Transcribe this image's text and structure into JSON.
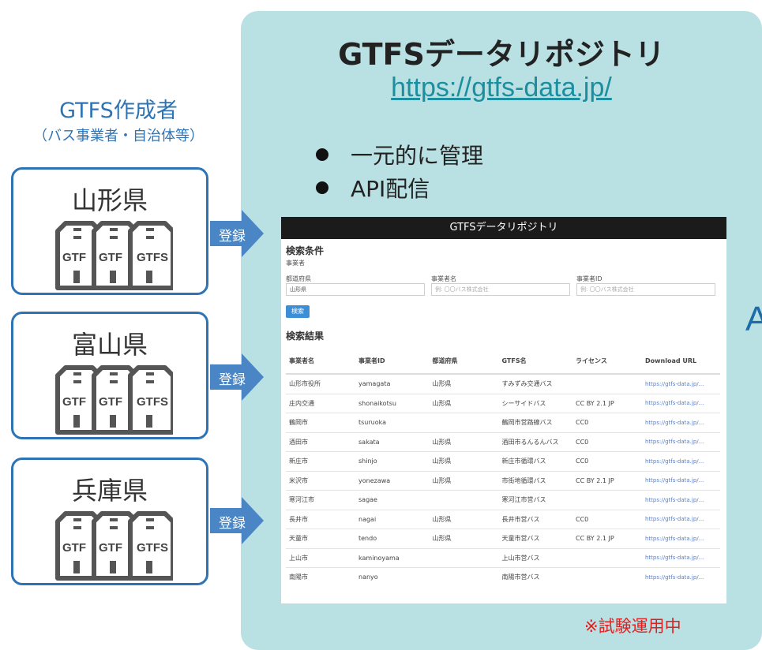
{
  "left": {
    "title": "GTFS作成者",
    "subtitle": "（バス事業者・自治体等）",
    "prefectures": [
      {
        "name": "山形県",
        "action": "登録"
      },
      {
        "name": "富山県",
        "action": "登録"
      },
      {
        "name": "兵庫県",
        "action": "登録"
      }
    ],
    "file_labels": [
      "GTF",
      "GTF",
      "GTFS"
    ]
  },
  "repo": {
    "title": "GTFSデータリポジトリ",
    "url": "https://gtfs-data.jp/",
    "bullets": [
      "一元的に管理",
      "API配信"
    ],
    "cut_letter": "A",
    "note": "※試験運用中"
  },
  "screenshot": {
    "header": "GTFSデータリポジトリ",
    "search_section": "検索条件",
    "sub_label": "事業者",
    "filter_labels": [
      "都道府県",
      "事業者名",
      "事業者ID"
    ],
    "filter_values": [
      "山形県",
      "例: 〇〇バス株式会社",
      "例: 〇〇バス株式会社"
    ],
    "search_button": "検索",
    "results_section": "検索結果",
    "columns": [
      "事業者名",
      "事業者ID",
      "都道府県",
      "GTFS名",
      "ライセンス",
      "Download URL"
    ],
    "rows": [
      [
        "山形市役所",
        "yamagata",
        "山形県",
        "すみずみ交通バス",
        "",
        "https://gtfs-data.jp/..."
      ],
      [
        "庄内交通",
        "shonaikotsu",
        "山形県",
        "シーサイドバス",
        "CC BY 2.1 JP",
        "https://gtfs-data.jp/..."
      ],
      [
        "鶴岡市",
        "tsuruoka",
        "",
        "鶴岡市営路線バス",
        "CC0",
        "https://gtfs-data.jp/..."
      ],
      [
        "酒田市",
        "sakata",
        "山形県",
        "酒田市るんるんバス",
        "CC0",
        "https://gtfs-data.jp/..."
      ],
      [
        "新庄市",
        "shinjo",
        "山形県",
        "新庄市循環バス",
        "CC0",
        "https://gtfs-data.jp/..."
      ],
      [
        "米沢市",
        "yonezawa",
        "山形県",
        "市街地循環バス",
        "CC BY 2.1 JP",
        "https://gtfs-data.jp/..."
      ],
      [
        "寒河江市",
        "sagae",
        "",
        "寒河江市営バス",
        "",
        "https://gtfs-data.jp/..."
      ],
      [
        "長井市",
        "nagai",
        "山形県",
        "長井市営バス",
        "CC0",
        "https://gtfs-data.jp/..."
      ],
      [
        "天童市",
        "tendo",
        "山形県",
        "天童市営バス",
        "CC BY 2.1 JP",
        "https://gtfs-data.jp/..."
      ],
      [
        "上山市",
        "kaminoyama",
        "",
        "上山市営バス",
        "",
        "https://gtfs-data.jp/..."
      ],
      [
        "南陽市",
        "nanyo",
        "",
        "南陽市営バス",
        "",
        "https://gtfs-data.jp/..."
      ]
    ]
  },
  "colors": {
    "panel": "#b9e0e3",
    "accent": "#2e74b5",
    "url": "#1b8fa0",
    "note": "#e02020"
  }
}
